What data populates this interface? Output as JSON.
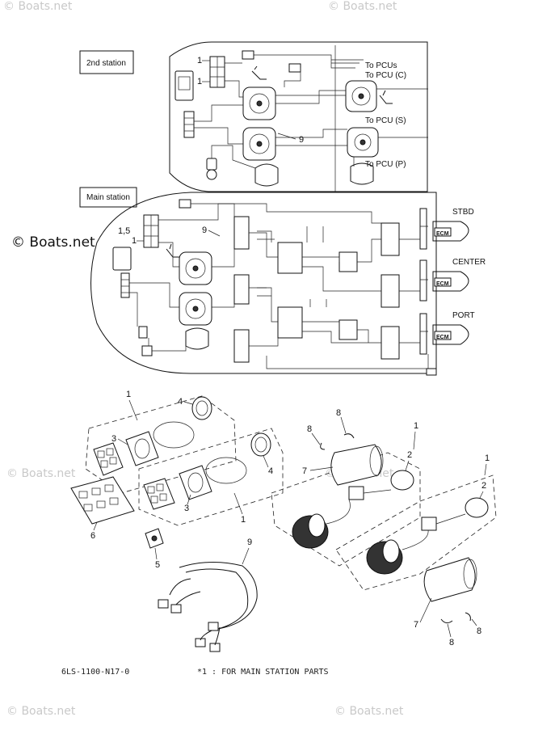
{
  "watermarks": {
    "top_left": "© Boats.net",
    "top_right": "© Boats.net",
    "main": "© Boats.net",
    "mid_left": "© Boats.net",
    "mid_right": "© Boats.net",
    "bottom_left": "© Boats.net",
    "bottom_right": "© Boats.net"
  },
  "second_station": {
    "title": "2nd station",
    "labels": {
      "to_pcus": "To PCUs",
      "to_pcu_c": "To PCU (C)",
      "to_pcu_s": "To PCU (S)",
      "to_pcu_p": "To PCU (P)"
    },
    "callouts": [
      "1",
      "1",
      "9"
    ]
  },
  "main_station": {
    "title": "Main station",
    "callouts": [
      "1,5",
      "1",
      "9"
    ],
    "engines": [
      {
        "label": "STBD",
        "ecm": "ECM"
      },
      {
        "label": "CENTER",
        "ecm": "ECM"
      },
      {
        "label": "PORT",
        "ecm": "ECM"
      }
    ]
  },
  "exploded_view": {
    "callouts": [
      "1",
      "4",
      "3",
      "4",
      "3",
      "1",
      "6",
      "5",
      "9",
      "8",
      "8",
      "1",
      "7",
      "2",
      "1",
      "2",
      "7",
      "8",
      "8"
    ]
  },
  "footer": {
    "code": "6LS-1100-N17-0",
    "note": "*1 : FOR MAIN STATION PARTS"
  }
}
